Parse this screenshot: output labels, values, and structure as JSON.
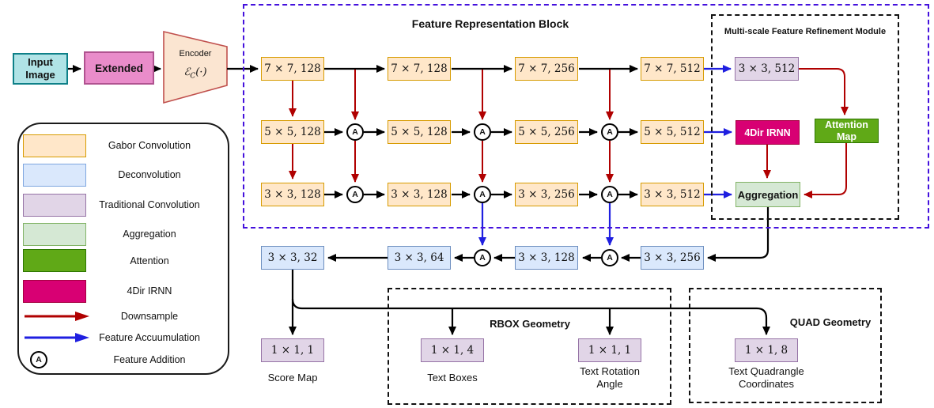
{
  "titles": {
    "frb": "Feature Representation Block",
    "msfrm": "Multi-scale Feature Refinement Module",
    "rbox": "RBOX Geometry",
    "quad": "QUAD Geometry"
  },
  "input_stage": {
    "input_image": "Input Image",
    "extended": "Extended",
    "encoder": "Encoder",
    "encoder_math_symbol": "ℰ",
    "encoder_math_sub": "C",
    "encoder_math_args": "(·)"
  },
  "frb_grid": {
    "row1": [
      "7 × 7, 128",
      "7 × 7, 128",
      "7 × 7, 256",
      "7 × 7, 512"
    ],
    "row2": [
      "5 × 5, 128",
      "5 × 5, 128",
      "5 × 5, 256",
      "5 × 5, 512"
    ],
    "row3": [
      "3 × 3, 128",
      "3 × 3, 128",
      "3 × 3, 256",
      "3 × 3, 512"
    ],
    "add_symbol": "A"
  },
  "refinement": {
    "conv": "3 × 3, 512",
    "irnn": "4Dir IRNN",
    "attention_map": "Attention Map",
    "aggregation": "Aggregation"
  },
  "deconv_row": [
    "3 × 3, 32",
    "3 × 3, 64",
    "3 × 3, 128",
    "3 × 3, 256"
  ],
  "outputs": {
    "score_box": "1 × 1, 1",
    "score_label": "Score Map",
    "text_boxes_box": "1 × 1, 4",
    "text_boxes_label": "Text Boxes",
    "rotation_box": "1 × 1, 1",
    "rotation_label": "Text Rotation Angle",
    "quad_box": "1 × 1, 8",
    "quad_label": "Text Quadrangle Coordinates"
  },
  "legend": {
    "gabor": "Gabor Convolution",
    "deconvolution": "Deconvolution",
    "traditional": "Traditional Convolution",
    "aggregation": "Aggregation",
    "attention": "Attention",
    "irnn": "4Dir IRNN",
    "downsample": "Downsample",
    "accumulation": "Feature Accuumulation",
    "addition": "Feature Addition",
    "add_symbol": "A"
  },
  "colors": {
    "gabor_fill": "#FFE7C9",
    "gabor_stroke": "#D79B00",
    "deconv_fill": "#DAE8FC",
    "deconv_stroke": "#6C8EBF",
    "traditional_fill": "#E1D5E7",
    "traditional_stroke": "#9673A6",
    "aggregation_fill": "#D5E8D4",
    "aggregation_stroke": "#82B366",
    "attention_fill": "#60A917",
    "attention_stroke": "#2D7600",
    "irnn_fill": "#D80073",
    "irnn_stroke": "#A50040",
    "input_fill": "#B0E3E6",
    "input_stroke": "#0E8088",
    "extended_fill": "#E98CCA",
    "extended_stroke": "#B05390",
    "encoder_fill": "#FBE5D1",
    "encoder_stroke": "#C0504D",
    "downsample_arrow": "#B00000",
    "accumulation_arrow": "#1F1FE0",
    "frb_border": "#4411DD"
  }
}
